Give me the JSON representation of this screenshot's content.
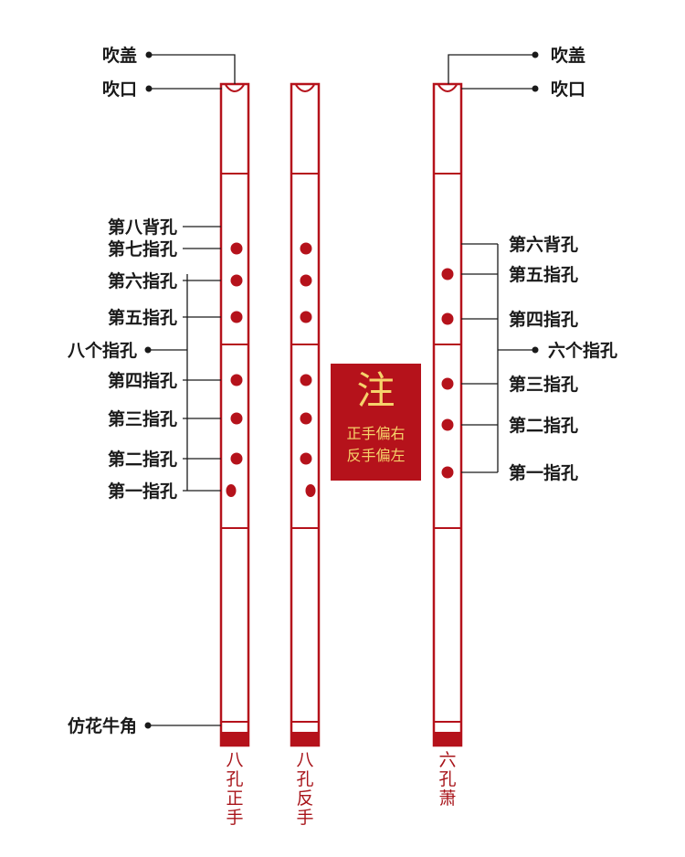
{
  "colors": {
    "red": "#b5121b",
    "dark": "#1a1a1a",
    "note_text": "#f6d36b"
  },
  "flutes": [
    {
      "title": "八孔正手"
    },
    {
      "title": "八孔反手"
    },
    {
      "title": "六孔萧"
    }
  ],
  "left_labels": {
    "blow_cap": "吹盖",
    "mouth": "吹口",
    "back8": "第八背孔",
    "h7": "第七指孔",
    "h6": "第六指孔",
    "h5": "第五指孔",
    "group": "八个指孔",
    "h4": "第四指孔",
    "h3": "第三指孔",
    "h2": "第二指孔",
    "h1": "第一指孔",
    "horn": "仿花牛角"
  },
  "right_labels": {
    "blow_cap": "吹盖",
    "mouth": "吹口",
    "back6": "第六背孔",
    "h5": "第五指孔",
    "h4": "第四指孔",
    "group": "六个指孔",
    "h3": "第三指孔",
    "h2": "第二指孔",
    "h1": "第一指孔"
  },
  "note": {
    "title": "注",
    "line1": "正手偏右",
    "line2": "反手偏左"
  }
}
